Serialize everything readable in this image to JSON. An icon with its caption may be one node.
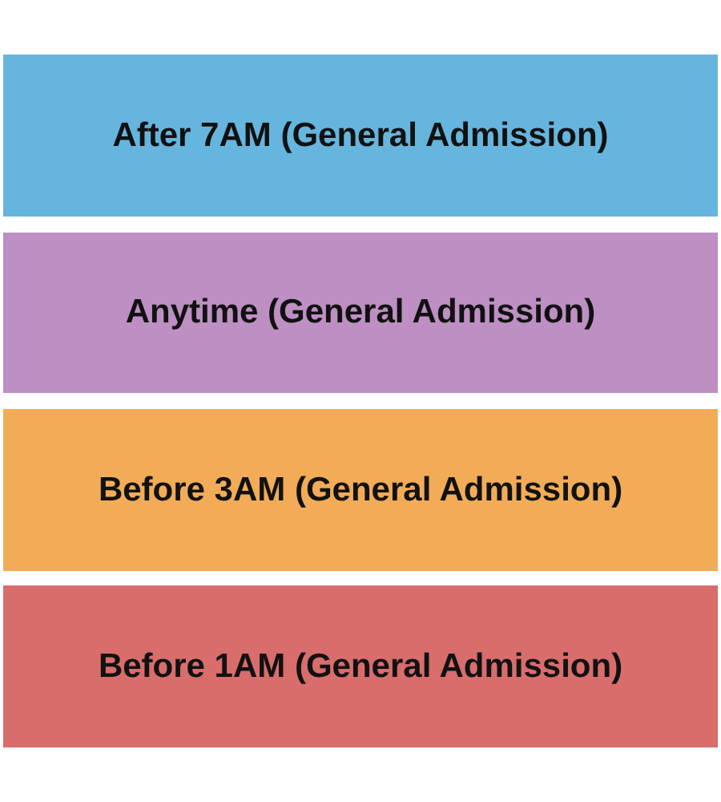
{
  "diagram": {
    "nodes": [
      {
        "text": [
          "After 7AM (General Admission)"
        ]
      },
      {
        "text": [
          "Anytime (General Admission)"
        ]
      },
      {
        "text": [
          "Before 3AM (General Admission)"
        ]
      },
      {
        "text": [
          "Before 1AM (General Admission)"
        ]
      }
    ]
  }
}
